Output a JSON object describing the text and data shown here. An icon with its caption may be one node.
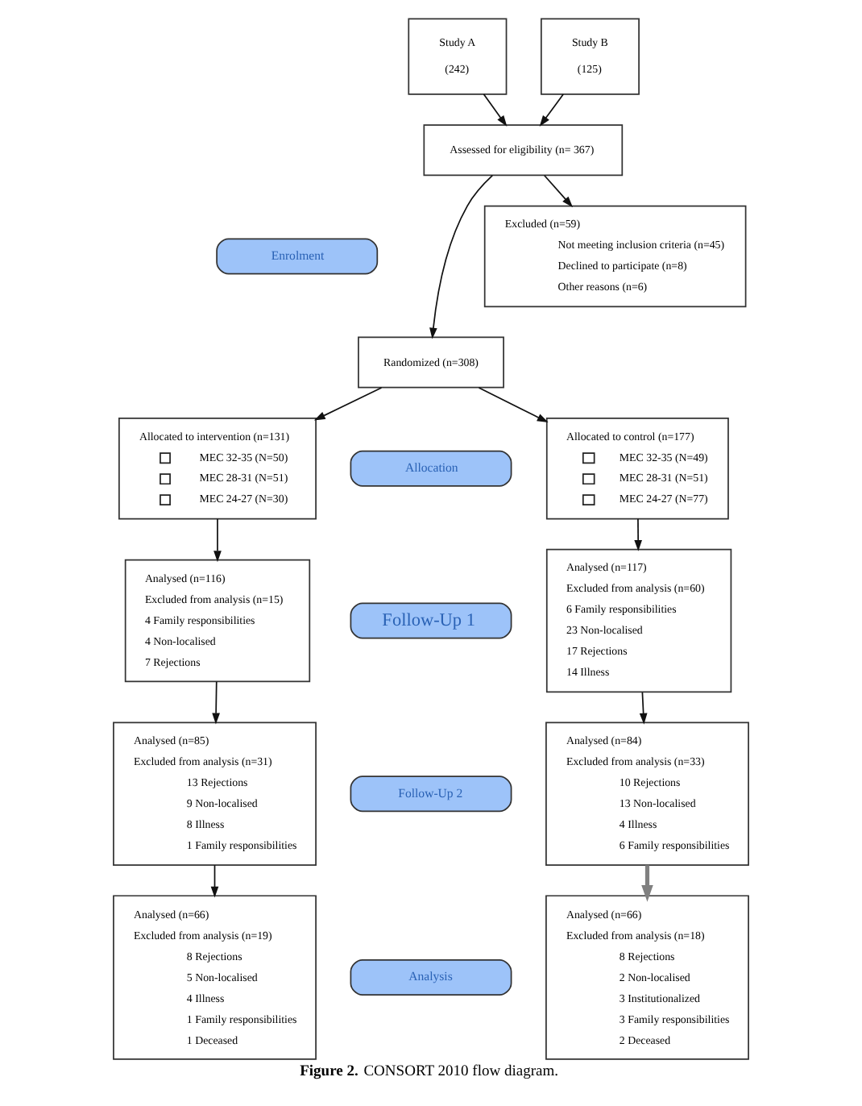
{
  "diagram": {
    "caption": "**Figure 2.** CONSORT 2010 flow diagram.",
    "nodes": [
      {
        "text": [
          "Study A",
          "(242)"
        ]
      },
      {
        "text": [
          "Study B",
          "(125)"
        ]
      },
      {
        "text": [
          "Assessed for eligibility (n= 367)"
        ]
      },
      {
        "text": [
          "Enrolment"
        ]
      },
      {
        "text": [
          "Excluded (n=59)",
          "Not meeting inclusion criteria (n=45)",
          "Declined to participate (n=8)",
          "Other reasons (n=6)"
        ]
      },
      {
        "text": [
          "Randomized (n=308)"
        ]
      },
      {
        "text": [
          "Allocated to intervention (n=131)",
          "MEC 32-35 (N=50)",
          "MEC 28-31 (N=51)",
          "MEC 24-27 (N=30)"
        ]
      },
      {
        "text": [
          "Allocation"
        ]
      },
      {
        "text": [
          "Allocated to control (n=177)",
          "MEC 32-35 (N=49)",
          "MEC 28-31 (N=51)",
          "MEC 24-27 (N=77)"
        ]
      },
      {
        "text": [
          "Analysed (n=116)",
          "Excluded from analysis (n=15)",
          "4 Family responsibilities",
          "4 Non-localised",
          "7 Rejections"
        ]
      },
      {
        "text": [
          "Follow-Up 1"
        ]
      },
      {
        "text": [
          "Analysed (n=117)",
          "Excluded from analysis (n=60)",
          "6 Family responsibilities",
          "23 Non-localised",
          "17 Rejections",
          "14 Illness"
        ]
      },
      {
        "text": [
          "Analysed (n=85)",
          "Excluded from analysis (n=31)",
          "13 Rejections",
          "9 Non-localised",
          "8 Illness",
          "1 Family responsibilities"
        ]
      },
      {
        "text": [
          "Follow-Up 2"
        ]
      },
      {
        "text": [
          "Analysed (n=84)",
          "Excluded from analysis (n=33)",
          "10 Rejections",
          "13 Non-localised",
          "4 Illness",
          "6 Family responsibilities"
        ]
      },
      {
        "text": [
          "Analysed (n=66)",
          "Excluded from analysis (n=19)",
          "8 Rejections",
          "5 Non-localised",
          "4 Illness",
          "1 Family responsibilities",
          "1 Deceased"
        ]
      },
      {
        "text": [
          "Analysis"
        ]
      },
      {
        "text": [
          "Analysed (n=66)",
          "Excluded from analysis (n=18)",
          "8 Rejections",
          "2 Non-localised",
          "3 Institutionalized",
          "3 Family responsibilities",
          "2 Deceased"
        ]
      }
    ],
    "edges": [
      {
        "from": 0,
        "to": 2,
        "arrow": "to"
      },
      {
        "from": 1,
        "to": 2,
        "arrow": "to"
      },
      {
        "from": 2,
        "to": 5,
        "arrow": "to"
      },
      {
        "from": 2,
        "to": 4,
        "arrow": "to"
      },
      {
        "from": 5,
        "to": 6,
        "arrow": "to"
      },
      {
        "from": 5,
        "to": 8,
        "arrow": "to"
      },
      {
        "from": 6,
        "to": 9,
        "arrow": "to"
      },
      {
        "from": 8,
        "to": 11,
        "arrow": "to"
      },
      {
        "from": 9,
        "to": 12,
        "arrow": "to"
      },
      {
        "from": 11,
        "to": 14,
        "arrow": "to"
      },
      {
        "from": 12,
        "to": 15,
        "arrow": "to"
      },
      {
        "from": 14,
        "to": 17,
        "arrow": "to",
        "style": "thick",
        "color": "#808080"
      }
    ]
  }
}
